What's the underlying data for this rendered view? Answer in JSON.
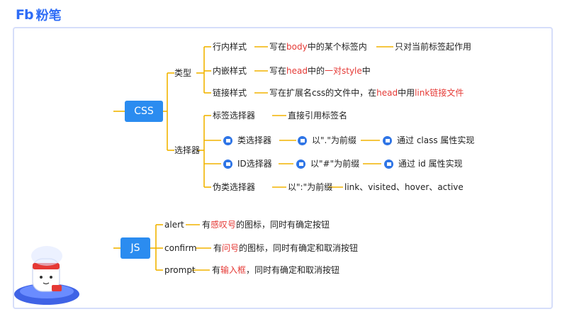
{
  "header": {
    "logo_mark": "Fb",
    "logo_text": "粉笔"
  },
  "css": {
    "root": "CSS",
    "type_label": "类型",
    "inline": {
      "label": "行内样式",
      "desc_a": "写在",
      "desc_b": "body",
      "desc_c": "中的某个标签内",
      "note": "只对当前标签起作用"
    },
    "embedded": {
      "label": "内嵌样式",
      "desc_a": "写在",
      "desc_b": "head",
      "desc_c": "中的",
      "desc_d": "一对style",
      "desc_e": "中"
    },
    "linked": {
      "label": "链接样式",
      "desc_a": "写在扩展名css的文件中，在",
      "desc_b": "head",
      "desc_c": "中用",
      "desc_d": "link链接文件"
    },
    "selector_label": "选择器",
    "tag_selector": {
      "label": "标签选择器",
      "desc": "直接引用标签名"
    },
    "class_selector": {
      "label": "类选择器",
      "desc": "以\".\"为前缀",
      "note": "通过 class 属性实现"
    },
    "id_selector": {
      "label": "ID选择器",
      "desc": "以\"#\"为前缀",
      "note": "通过 id 属性实现"
    },
    "pseudo_selector": {
      "label": "伪类选择器",
      "desc": "以\":\"为前缀",
      "note": "link、visited、hover、active"
    }
  },
  "js": {
    "root": "JS",
    "alert": {
      "label": "alert",
      "desc_a": "有",
      "desc_b": "感叹号",
      "desc_c": "的图标，同时有确定按钮"
    },
    "confirm": {
      "label": "confirm",
      "desc_a": "有",
      "desc_b": "问号",
      "desc_c": "的图标，同时有确定和取消按钮"
    },
    "prompt": {
      "label": "prompt",
      "desc_a": "有",
      "desc_b": "输入框",
      "desc_c": "，同时有确定和取消按钮"
    }
  },
  "colors": {
    "accent": "#2b8cf0",
    "branch": "#f2b400",
    "emphasis": "#e53935",
    "frame": "#d6defa"
  }
}
